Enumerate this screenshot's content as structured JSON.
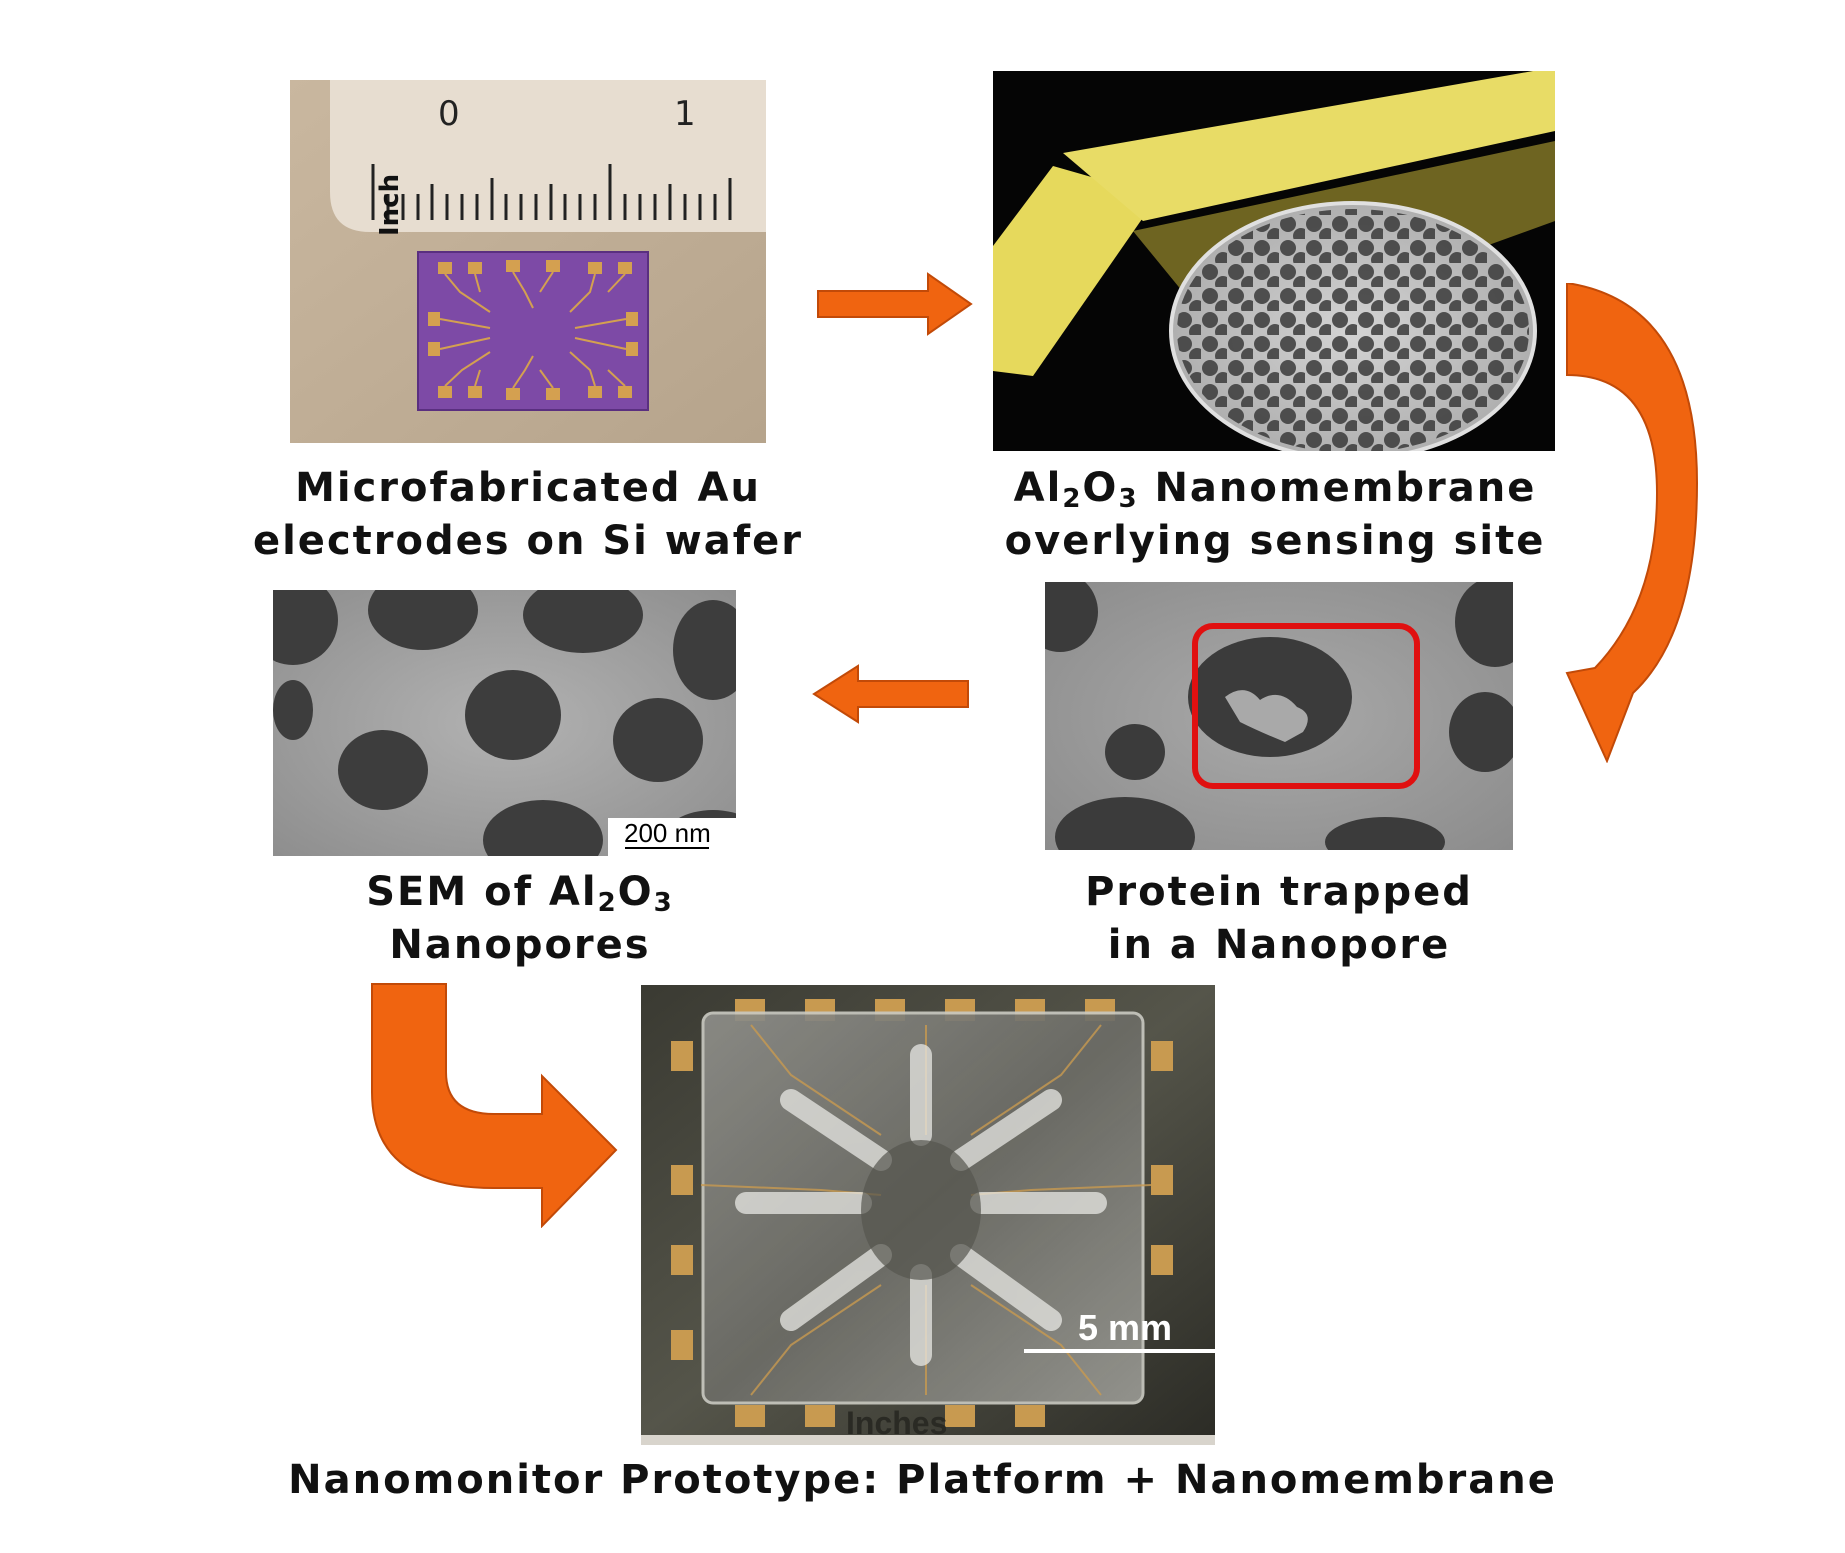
{
  "panels": {
    "electrodes": {
      "caption_line1": "Microfabricated Au",
      "caption_line2": "electrodes on Si wafer",
      "ruler": {
        "unit_label": "Inch",
        "tick_0": "0",
        "tick_1": "1"
      }
    },
    "nanomembrane": {
      "caption_line1_pre": "Al",
      "caption_line1_sub1": "2",
      "caption_line1_mid": "O",
      "caption_line1_sub2": "3",
      "caption_line1_post": " Nanomembrane",
      "caption_line2": "overlying sensing site"
    },
    "protein": {
      "caption_line1": "Protein trapped",
      "caption_line2": "in a Nanopore"
    },
    "sem": {
      "caption_line1_pre": "SEM of Al",
      "caption_line1_sub1": "2",
      "caption_line1_mid": "O",
      "caption_line1_sub2": "3",
      "caption_line2": "Nanopores",
      "scale_label": "200 nm"
    },
    "prototype": {
      "caption": "Nanomonitor Prototype: Platform + Nanomembrane",
      "scale_label": "5 mm",
      "partial_label": "Inches"
    }
  },
  "colors": {
    "arrow": "#f06410",
    "arrow_dark": "#c24a08",
    "highlight_box": "#e01010",
    "chip_purple": "#7d4aa6",
    "gold": "#d4a050"
  }
}
